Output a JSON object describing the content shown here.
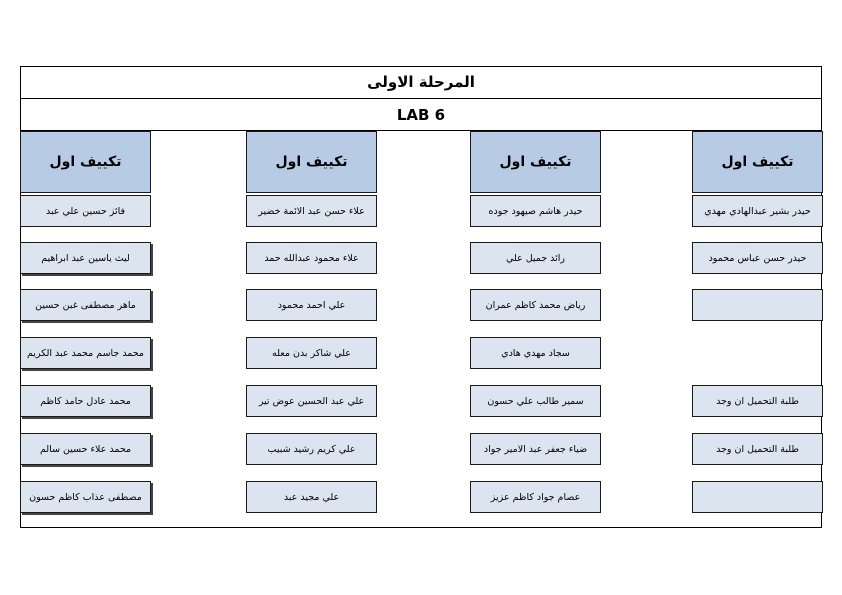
{
  "title": "المرحلة الاولى",
  "lab": "LAB 6",
  "columns": [
    {
      "header": "تكييف اول",
      "students": [
        "حيدر بشير عبدالهادي مهدي",
        "حيدر حسن عباس محمود",
        "",
        null,
        "طلبة التحميل ان وجد",
        "طلبة التحميل ان وجد",
        ""
      ]
    },
    {
      "header": "تكييف اول",
      "students": [
        "حيدر هاشم صيهود جوده",
        "رائد جميل علي",
        "رياض محمد كاظم عمران",
        "سجاد مهدي هادي",
        "سمير طالب علي حسون",
        "ضياء جعفر عبد الامير جواد",
        "عصام جواد كاظم عزيز"
      ]
    },
    {
      "header": "تكييف اول",
      "students": [
        "علاء حسن عبد الائمة خضير",
        "علاء محمود عبدالله حمد",
        "علي احمد محمود",
        "علي شاكر بدن معله",
        "علي عبد الحسين عوض تير",
        "علي كريم رشيد شبيب",
        "علي مجيد عبد"
      ]
    },
    {
      "header": "تكييف اول",
      "students": [
        "فائز حسين علي عبد",
        "ليث ياسين عبد ابراهيم",
        "ماهر مصطفى غبن حسين",
        "محمد جاسم محمد عبد الكريم",
        "محمد عادل حامد كاظم",
        "محمد علاء حسين سالم",
        "مصطفى عذاب كاظم حسون"
      ]
    }
  ]
}
